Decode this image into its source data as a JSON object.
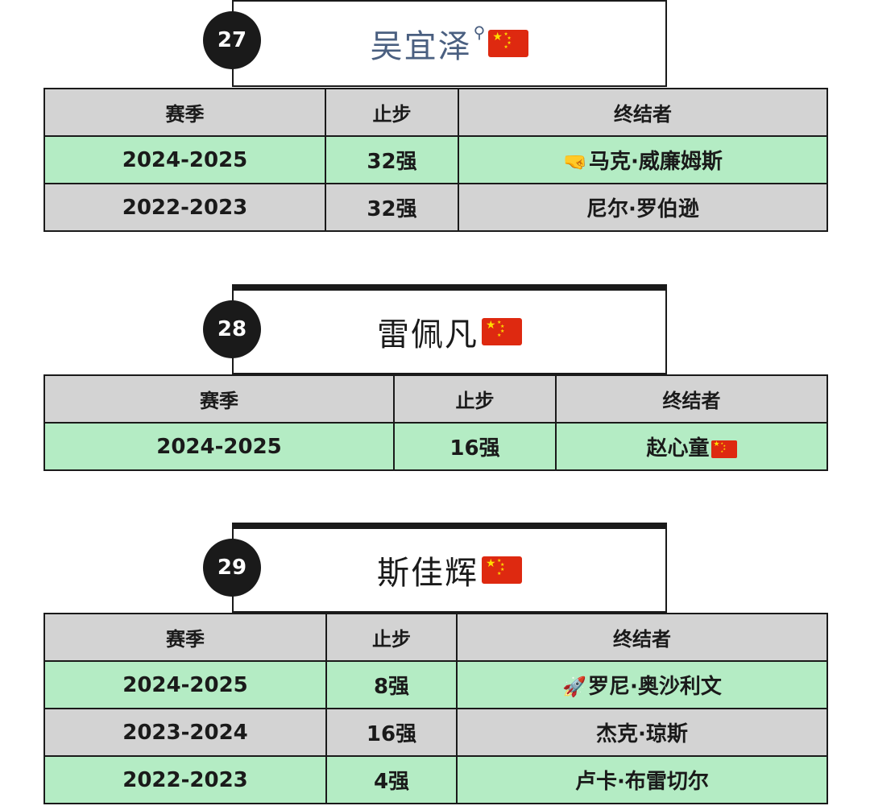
{
  "columns": [
    "赛季",
    "止步",
    "终结者"
  ],
  "players": [
    {
      "rank": "27",
      "name": "吴宜泽",
      "search_icon": "magnifier-icon",
      "flag": "china-flag-icon",
      "rows": [
        {
          "season": "2024-2025",
          "stage": "32强",
          "eliminator": "马克·威廉姆斯",
          "icon": "🤜"
        },
        {
          "season": "2022-2023",
          "stage": "32强",
          "eliminator": "尼尔·罗伯逊"
        }
      ]
    },
    {
      "rank": "28",
      "name": "雷佩凡",
      "flag": "china-flag-icon",
      "rows": [
        {
          "season": "2024-2025",
          "stage": "16强",
          "eliminator": "赵心童",
          "flag": "china-flag-icon"
        }
      ]
    },
    {
      "rank": "29",
      "name": "斯佳辉",
      "flag": "china-flag-icon",
      "rows": [
        {
          "season": "2024-2025",
          "stage": "8强",
          "eliminator": "罗尼·奥沙利文",
          "icon": "🚀"
        },
        {
          "season": "2023-2024",
          "stage": "16强",
          "eliminator": "杰克·琼斯"
        },
        {
          "season": "2022-2023",
          "stage": "4强",
          "eliminator": "卢卡·布雷切尔"
        }
      ]
    }
  ],
  "colors": {
    "header_bg": "#d3d3d3",
    "row_green": "#b4ecc4",
    "row_gray": "#d3d3d3",
    "border": "#1a1a1a",
    "link_name": "#4a5f80",
    "flag_red": "#de2910",
    "flag_star": "#ffde00"
  }
}
